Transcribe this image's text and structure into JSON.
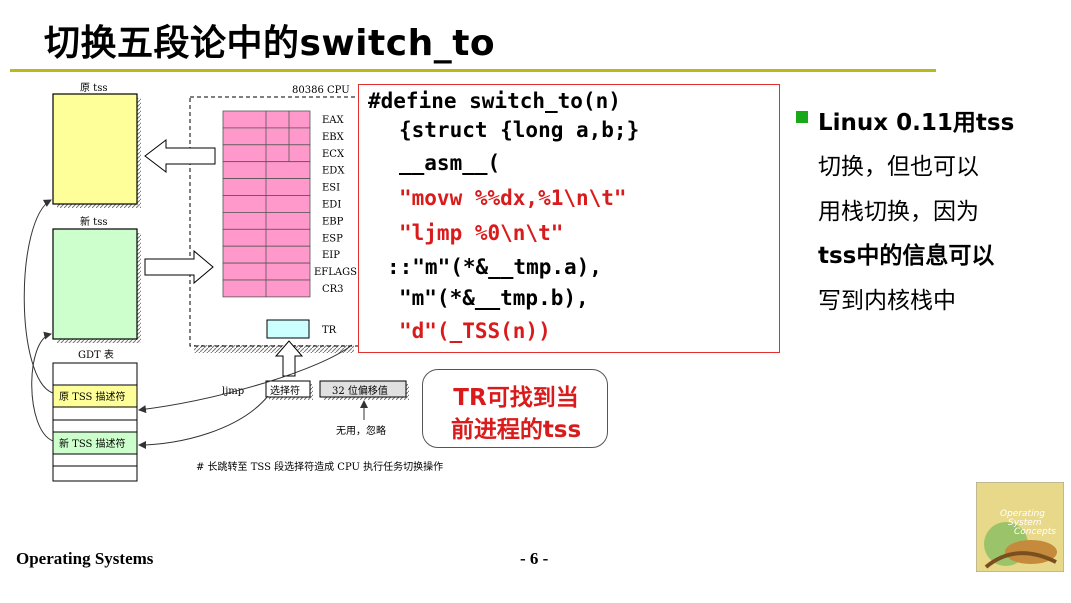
{
  "title": "切换五段论中的switch_to",
  "diagram": {
    "old_tss_label": "原 tss",
    "new_tss_label": "新 tss",
    "cpu_label": "80386 CPU",
    "registers": [
      "EAX",
      "EBX",
      "ECX",
      "EDX",
      "ESI",
      "EDI",
      "EBP",
      "ESP",
      "EIP",
      "EFLAGS",
      "CR3"
    ],
    "tr_label": "TR",
    "gdt_label": "GDT 表",
    "gdt_old": "原 TSS 描述符",
    "gdt_new": "新 TSS 描述符",
    "ljmp_label": "ljmp",
    "selector_label": "选择符",
    "offset_label": "32 位偏移值",
    "unused_label": "无用，忽略",
    "caption": "# 长跳转至 TSS 段选择符造成 CPU 执行任务切换操作"
  },
  "code": {
    "lines": [
      {
        "text": "#define switch_to(n)",
        "red": false
      },
      {
        "text": "{struct {long a,b;}",
        "red": false
      },
      {
        "text": "__asm__(",
        "red": false
      },
      {
        "text": "\"movw %%dx,%1\\n\\t\"",
        "red": true,
        "black_suffix": ""
      },
      {
        "text": "\"ljmp %0\\n\\t\"",
        "red": true
      },
      {
        "text": "::\"m\"(*&__tmp.a),",
        "red": false
      },
      {
        "text": "\"m\"(*&__tmp.b),",
        "red": false
      },
      {
        "text": "\"d\"(_TSS(n))",
        "red": true
      }
    ]
  },
  "callout": {
    "line1_prefix": "TR",
    "line1_rest": "可找到当",
    "line2_prefix": "前进程的",
    "line2_rest": "tss"
  },
  "bullet": {
    "lines": [
      "Linux 0.11用tss",
      "切换，但也可以",
      "用栈切换，因为",
      "tss中的信息可以",
      "写到内核栈中"
    ]
  },
  "footer": {
    "left": "Operating Systems",
    "page": "- 6 -"
  },
  "cover": {
    "text1": "Operating",
    "text2": "System",
    "text3": "Concepts"
  },
  "colors": {
    "accent_rule": "#b9b918",
    "code_red": "#d91b1b",
    "bullet_green": "#18a818",
    "old_tss_fill": "#ffff99",
    "new_tss_fill": "#ccffcc",
    "register_fill": "#ff99cc",
    "tr_fill": "#ccffff"
  }
}
